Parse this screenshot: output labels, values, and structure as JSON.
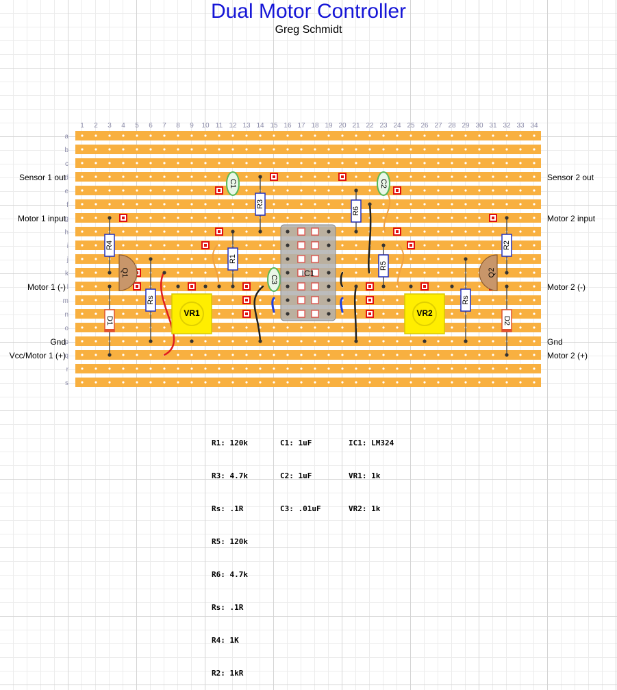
{
  "title": "Dual Motor Controller",
  "author": "Greg Schmidt",
  "colors": {
    "title": "#1515d6",
    "strip": "#f8b040",
    "hole": "#ffffff",
    "link_wire": "#222222",
    "red_wire": "#e01e1e",
    "orange_wire": "#f0a040",
    "blue_wire": "#2040e0",
    "resistor": "#2030c0",
    "capacitor": "#58b858",
    "pot": "#ffee00",
    "transistor": "#c8966a",
    "diode": "#e05030",
    "ic": "#b0b0b0",
    "pad": "#e01010"
  },
  "board": {
    "columns": [
      "1",
      "2",
      "3",
      "4",
      "5",
      "6",
      "7",
      "8",
      "9",
      "10",
      "11",
      "12",
      "13",
      "14",
      "15",
      "16",
      "17",
      "18",
      "19",
      "20",
      "21",
      "22",
      "23",
      "24",
      "25",
      "26",
      "27",
      "28",
      "29",
      "30",
      "31",
      "32",
      "33",
      "34"
    ],
    "rows": [
      "a",
      "b",
      "c",
      "d",
      "e",
      "f",
      "g",
      "h",
      "i",
      "j",
      "k",
      "l",
      "m",
      "n",
      "o",
      "p",
      "q",
      "r",
      "s"
    ]
  },
  "labels_left": [
    {
      "row": "d",
      "text": "Sensor 1 out"
    },
    {
      "row": "g",
      "text": "Motor 1 input"
    },
    {
      "row": "l",
      "text": "Motor 1 (-)"
    },
    {
      "row": "p",
      "text": "Gnd"
    },
    {
      "row": "q",
      "text": "Vcc/Motor 1 (+)"
    }
  ],
  "labels_right": [
    {
      "row": "d",
      "text": "Sensor 2 out"
    },
    {
      "row": "g",
      "text": "Motor 2 input"
    },
    {
      "row": "l",
      "text": "Motor 2 (-)"
    },
    {
      "row": "p",
      "text": "Gnd"
    },
    {
      "row": "q",
      "text": "Motor 2 (+)"
    }
  ],
  "components": [
    {
      "type": "resistor",
      "label": "R4",
      "orient": "v",
      "col": 3,
      "row1": "g",
      "row2": "k"
    },
    {
      "type": "resistor",
      "label": "Rs",
      "orient": "v",
      "col": 6,
      "row1": "j",
      "row2": "p"
    },
    {
      "type": "resistor",
      "label": "R1",
      "orient": "v",
      "col": 12,
      "row1": "h",
      "row2": "l"
    },
    {
      "type": "resistor",
      "label": "R3",
      "orient": "v",
      "col": 14,
      "row1": "d",
      "row2": "h"
    },
    {
      "type": "resistor",
      "label": "R6",
      "orient": "v",
      "col": 21,
      "row1": "e",
      "row2": "h"
    },
    {
      "type": "resistor",
      "label": "R5",
      "orient": "v",
      "col": 23,
      "row1": "i",
      "row2": "l"
    },
    {
      "type": "resistor",
      "label": "Rs",
      "orient": "v",
      "col": 29,
      "row1": "j",
      "row2": "p"
    },
    {
      "type": "resistor",
      "label": "R2",
      "orient": "v",
      "col": 32,
      "row1": "g",
      "row2": "k"
    },
    {
      "type": "capacitor",
      "label": "C1",
      "col": 12,
      "row": "e"
    },
    {
      "type": "capacitor",
      "label": "C2",
      "col": 23,
      "row": "e"
    },
    {
      "type": "capacitor",
      "label": "C3",
      "col": 15,
      "row": "l"
    },
    {
      "type": "diode",
      "label": "D1",
      "col": 3,
      "row1": "l",
      "row2": "q"
    },
    {
      "type": "diode",
      "label": "D2",
      "col": 32,
      "row1": "l",
      "row2": "q"
    },
    {
      "type": "transistor",
      "label": "Q1",
      "col": 4,
      "row": "k",
      "dir": "right"
    },
    {
      "type": "transistor",
      "label": "Q2",
      "col": 31,
      "row": "k",
      "dir": "left"
    },
    {
      "type": "pot",
      "label": "VR1",
      "col": 9,
      "row": "n"
    },
    {
      "type": "pot",
      "label": "VR2",
      "col": 26,
      "row": "n"
    },
    {
      "type": "ic",
      "label": "IC1",
      "col1": 16,
      "col2": 19,
      "row1": "h",
      "row2": "n"
    }
  ],
  "bom": {
    "col1": [
      "R1: 120k",
      "R3: 4.7k",
      "Rs: .1R",
      "R5: 120k",
      "R6: 4.7k",
      "Rs: .1R",
      "R4: 1K",
      "R2: 1kR"
    ],
    "col2": [
      "C1: 1uF",
      "C2: 1uF",
      "C3: .01uF"
    ],
    "col3": [
      "IC1: LM324",
      "VR1: 1k",
      "VR2: 1k"
    ]
  }
}
